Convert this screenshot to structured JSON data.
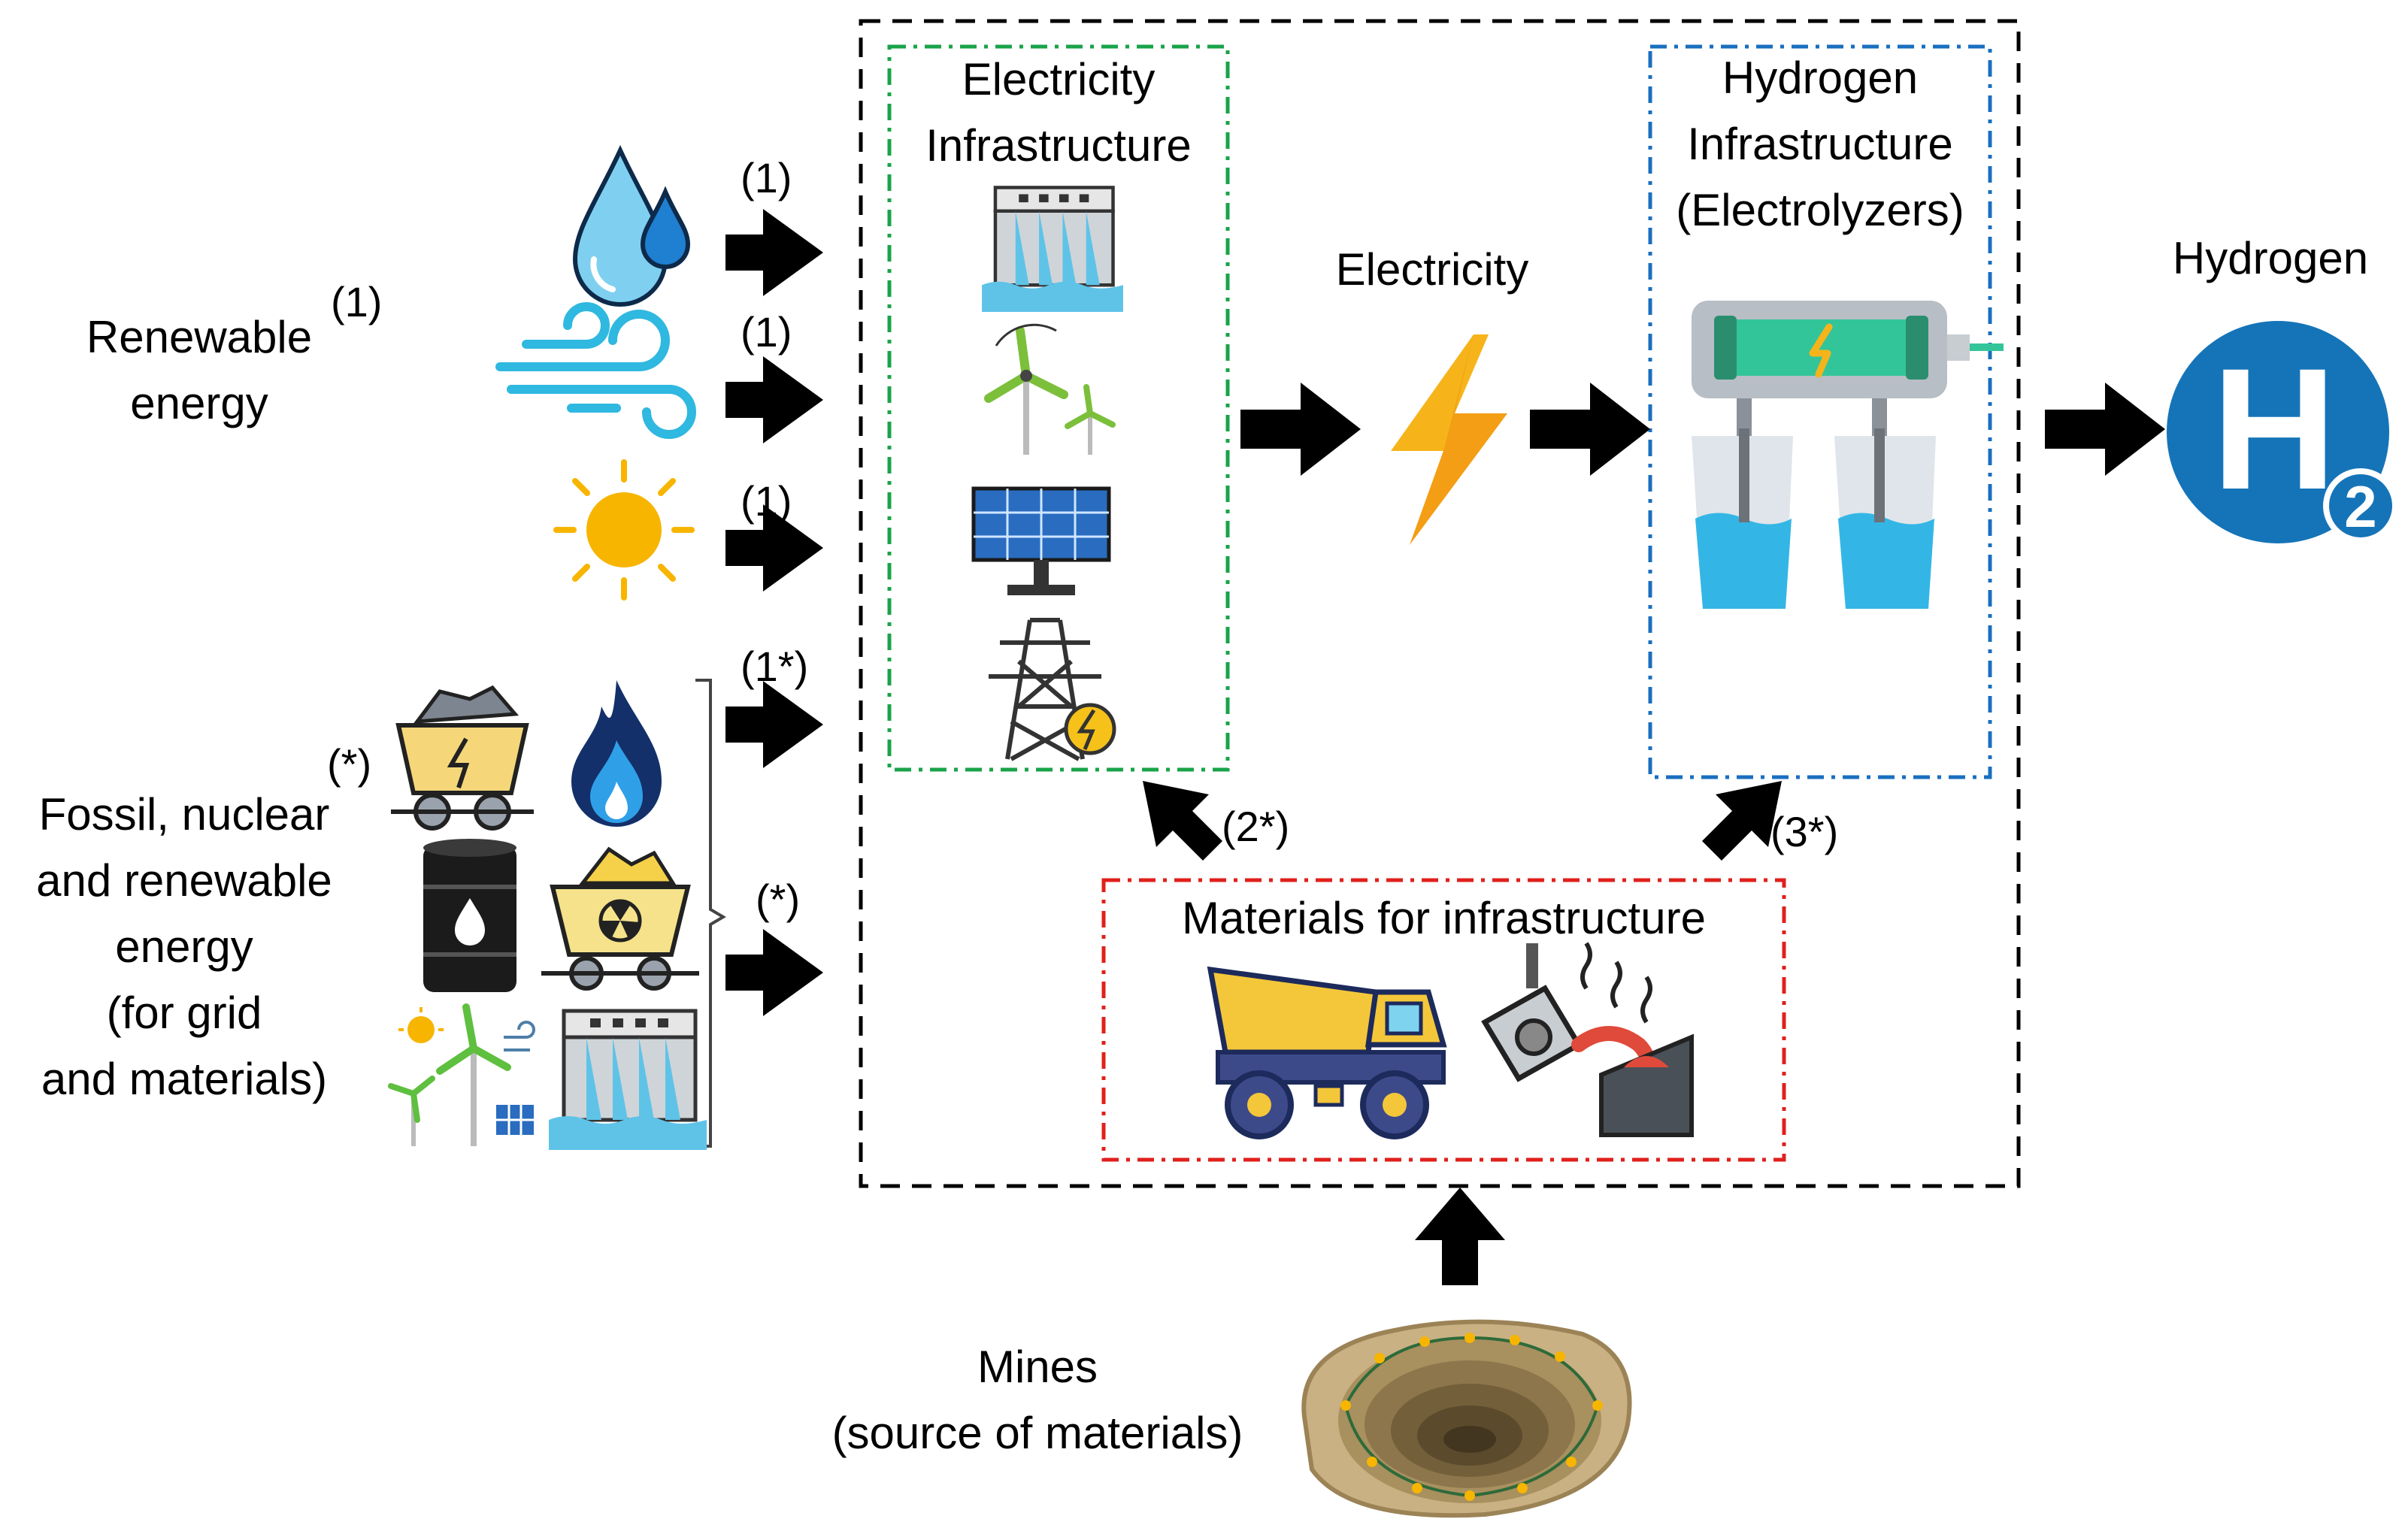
{
  "labels": {
    "renewable": [
      "Renewable",
      "energy"
    ],
    "renewable_tag": "(1)",
    "fossil": [
      "Fossil, nuclear",
      "and renewable",
      "energy",
      "(for grid",
      "and materials)"
    ],
    "fossil_tag": "(*)",
    "electricity_infra": [
      "Electricity",
      "Infrastructure"
    ],
    "electricity": "Electricity",
    "hydrogen_infra": [
      "Hydrogen",
      "Infrastructure",
      "(Electrolyzers)"
    ],
    "hydrogen": "Hydrogen",
    "h2_letter": "H",
    "h2_sub": "2",
    "materials": "Materials for infrastructure",
    "mines": [
      "Mines",
      "(source of materials)"
    ]
  },
  "arrow_tags": {
    "water": "(1)",
    "wind": "(1)",
    "sun": "(1)",
    "fossil_upper": "(1*)",
    "fossil_lower": "(*)",
    "materials_to_electricity": "(2*)",
    "materials_to_hydrogen": "(3*)"
  },
  "colors": {
    "electricity_box": "#1aa34a",
    "hydrogen_box": "#1a6fbf",
    "materials_box": "#e0201c",
    "outer_box": "#000000",
    "arrow": "#000000",
    "h2_circle": "#1574b8",
    "bolt": "#f6b41a",
    "water": "#7fd0f0",
    "sun": "#f7b500"
  },
  "icons": [
    "water-drop-icon",
    "wind-icon",
    "sun-icon",
    "coal-cart-icon",
    "gas-flame-icon",
    "oil-barrel-icon",
    "uranium-cart-icon",
    "renewables-mix-icon",
    "hydro-dam-icon",
    "wind-turbine-icon",
    "solar-panel-icon",
    "power-tower-icon",
    "lightning-bolt-icon",
    "electrolyzer-icon",
    "h2-icon",
    "dump-truck-icon",
    "smelter-icon",
    "open-pit-mine-icon"
  ]
}
